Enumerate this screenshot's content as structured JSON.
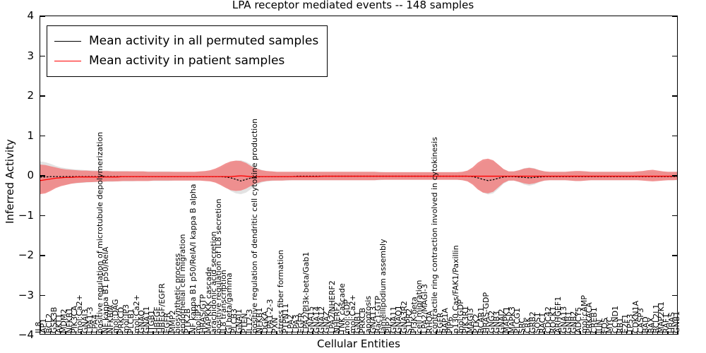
{
  "chart_data": {
    "type": "line",
    "title": "LPA receptor mediated events -- 148 samples",
    "xlabel": "Cellular Entities",
    "ylabel": "Inferred Activity",
    "ylim": [
      -4,
      4
    ],
    "yticks": [
      -4,
      -3,
      -2,
      -1,
      0,
      1,
      2,
      3,
      4
    ],
    "grid": false,
    "legend_position": "upper-left",
    "series": [
      {
        "name": "Mean activity in all permuted samples",
        "color": "#000000",
        "style": "dotted",
        "band_color": "#cccccc",
        "values": [
          -0.03,
          -0.03,
          -0.02,
          -0.02,
          -0.02,
          -0.02,
          -0.02,
          -0.02,
          -0.02,
          -0.02,
          -0.02,
          -0.02,
          -0.02,
          -0.02,
          -0.02,
          -0.02,
          -0.02,
          -0.02,
          -0.02,
          -0.02,
          -0.02,
          -0.02,
          -0.02,
          -0.02,
          -0.02,
          -0.02,
          -0.02,
          -0.02,
          -0.02,
          -0.02,
          -0.02,
          -0.02,
          -0.02,
          -0.02,
          -0.02,
          -0.02,
          -0.03,
          -0.05,
          -0.09,
          -0.13,
          -0.09,
          -0.05,
          -0.03,
          -0.02,
          -0.02,
          -0.02,
          -0.02,
          -0.02,
          -0.02,
          -0.02,
          -0.01,
          -0.01,
          -0.01,
          -0.01,
          -0.01,
          -0.01,
          -0.01,
          -0.01,
          -0.01,
          -0.01,
          -0.01,
          -0.01,
          -0.01,
          -0.01,
          -0.01,
          -0.01,
          -0.01,
          -0.01,
          -0.01,
          -0.01,
          -0.01,
          -0.01,
          -0.01,
          -0.01,
          -0.01,
          -0.01,
          -0.01,
          -0.01,
          -0.01,
          -0.01,
          -0.01,
          -0.01,
          -0.01,
          -0.01,
          -0.02,
          -0.05,
          -0.09,
          -0.12,
          -0.1,
          -0.06,
          -0.03,
          -0.02,
          -0.02,
          -0.03,
          -0.04,
          -0.05,
          -0.04,
          -0.03,
          -0.02,
          -0.02,
          -0.02,
          -0.02,
          -0.02,
          -0.02,
          -0.02,
          -0.02,
          -0.02,
          -0.02,
          -0.02,
          -0.02,
          -0.02,
          -0.02,
          -0.02,
          -0.02,
          -0.02,
          -0.02,
          -0.02,
          -0.02,
          -0.02,
          -0.02,
          -0.02,
          -0.02,
          -0.02,
          -0.02,
          -0.02
        ],
        "band_lower": [
          -0.42,
          -0.4,
          -0.34,
          -0.28,
          -0.24,
          -0.22,
          -0.2,
          -0.19,
          -0.18,
          -0.17,
          -0.16,
          -0.16,
          -0.15,
          -0.15,
          -0.15,
          -0.14,
          -0.14,
          -0.14,
          -0.14,
          -0.13,
          -0.13,
          -0.13,
          -0.13,
          -0.13,
          -0.13,
          -0.13,
          -0.12,
          -0.12,
          -0.12,
          -0.12,
          -0.12,
          -0.12,
          -0.12,
          -0.13,
          -0.15,
          -0.2,
          -0.28,
          -0.38,
          -0.44,
          -0.46,
          -0.42,
          -0.33,
          -0.24,
          -0.17,
          -0.14,
          -0.13,
          -0.12,
          -0.12,
          -0.12,
          -0.11,
          -0.11,
          -0.11,
          -0.11,
          -0.11,
          -0.11,
          -0.11,
          -0.11,
          -0.11,
          -0.11,
          -0.11,
          -0.11,
          -0.11,
          -0.11,
          -0.11,
          -0.11,
          -0.11,
          -0.11,
          -0.1,
          -0.1,
          -0.1,
          -0.1,
          -0.1,
          -0.1,
          -0.1,
          -0.1,
          -0.1,
          -0.1,
          -0.1,
          -0.1,
          -0.1,
          -0.1,
          -0.1,
          -0.11,
          -0.13,
          -0.18,
          -0.3,
          -0.42,
          -0.47,
          -0.44,
          -0.33,
          -0.2,
          -0.13,
          -0.12,
          -0.16,
          -0.22,
          -0.25,
          -0.22,
          -0.16,
          -0.12,
          -0.11,
          -0.11,
          -0.11,
          -0.11,
          -0.12,
          -0.13,
          -0.13,
          -0.12,
          -0.11,
          -0.11,
          -0.11,
          -0.11,
          -0.11,
          -0.11,
          -0.11,
          -0.11,
          -0.11,
          -0.11,
          -0.11,
          -0.11,
          -0.11,
          -0.11,
          -0.11,
          -0.11,
          -0.11,
          -0.11
        ],
        "band_upper": [
          0.36,
          0.34,
          0.3,
          0.25,
          0.21,
          0.19,
          0.17,
          0.16,
          0.15,
          0.14,
          0.14,
          0.13,
          0.13,
          0.13,
          0.12,
          0.12,
          0.12,
          0.12,
          0.11,
          0.11,
          0.11,
          0.11,
          0.11,
          0.11,
          0.11,
          0.11,
          0.1,
          0.1,
          0.1,
          0.1,
          0.1,
          0.1,
          0.11,
          0.12,
          0.14,
          0.19,
          0.26,
          0.33,
          0.38,
          0.39,
          0.35,
          0.28,
          0.2,
          0.15,
          0.12,
          0.11,
          0.1,
          0.1,
          0.1,
          0.1,
          0.1,
          0.1,
          0.1,
          0.1,
          0.1,
          0.1,
          0.1,
          0.1,
          0.1,
          0.1,
          0.1,
          0.1,
          0.1,
          0.1,
          0.1,
          0.1,
          0.1,
          0.09,
          0.09,
          0.09,
          0.09,
          0.09,
          0.09,
          0.09,
          0.09,
          0.09,
          0.09,
          0.09,
          0.09,
          0.09,
          0.09,
          0.09,
          0.1,
          0.12,
          0.16,
          0.26,
          0.36,
          0.4,
          0.37,
          0.28,
          0.17,
          0.11,
          0.11,
          0.14,
          0.19,
          0.21,
          0.19,
          0.14,
          0.11,
          0.1,
          0.1,
          0.1,
          0.1,
          0.11,
          0.11,
          0.11,
          0.11,
          0.1,
          0.1,
          0.1,
          0.1,
          0.1,
          0.1,
          0.1,
          0.1,
          0.1,
          0.1,
          0.1,
          0.1,
          0.1,
          0.1,
          0.1,
          0.1,
          0.1,
          0.1
        ]
      },
      {
        "name": "Mean activity in patient samples",
        "color": "#ff0000",
        "style": "solid",
        "band_color": "#f08080",
        "values": [
          -0.12,
          -0.1,
          -0.08,
          -0.06,
          -0.05,
          -0.04,
          -0.04,
          -0.03,
          -0.03,
          -0.03,
          -0.03,
          -0.03,
          -0.03,
          -0.03,
          -0.03,
          -0.03,
          -0.02,
          -0.02,
          -0.02,
          -0.02,
          -0.02,
          -0.02,
          -0.02,
          -0.02,
          -0.02,
          -0.02,
          -0.02,
          -0.02,
          -0.02,
          -0.02,
          -0.02,
          -0.02,
          -0.02,
          -0.02,
          -0.02,
          -0.02,
          -0.02,
          -0.02,
          -0.01,
          0.0,
          -0.01,
          -0.02,
          -0.02,
          -0.02,
          -0.02,
          -0.02,
          -0.02,
          -0.02,
          -0.02,
          -0.02,
          -0.02,
          -0.02,
          -0.02,
          -0.02,
          -0.02,
          -0.01,
          -0.01,
          -0.01,
          -0.01,
          -0.01,
          -0.01,
          -0.01,
          -0.01,
          -0.01,
          -0.01,
          -0.01,
          -0.01,
          -0.01,
          -0.01,
          -0.01,
          -0.01,
          -0.01,
          -0.01,
          -0.01,
          -0.01,
          -0.01,
          -0.01,
          -0.01,
          -0.01,
          -0.01,
          -0.01,
          -0.01,
          -0.01,
          -0.01,
          -0.01,
          -0.01,
          -0.01,
          -0.01,
          -0.01,
          -0.01,
          -0.01,
          -0.01,
          -0.01,
          -0.01,
          -0.01,
          -0.01,
          -0.01,
          -0.01,
          -0.01,
          -0.01,
          -0.01,
          -0.01,
          -0.01,
          -0.01,
          -0.01,
          -0.01,
          -0.01,
          -0.01,
          -0.01,
          -0.01,
          -0.01,
          -0.01,
          -0.01,
          -0.01,
          -0.01,
          -0.01,
          -0.01,
          -0.01,
          -0.01,
          -0.01,
          -0.01,
          -0.01,
          -0.01,
          -0.01,
          -0.01
        ],
        "band_lower": [
          -0.46,
          -0.44,
          -0.38,
          -0.31,
          -0.26,
          -0.23,
          -0.2,
          -0.18,
          -0.17,
          -0.16,
          -0.16,
          -0.15,
          -0.15,
          -0.14,
          -0.14,
          -0.14,
          -0.13,
          -0.13,
          -0.13,
          -0.13,
          -0.13,
          -0.13,
          -0.12,
          -0.12,
          -0.12,
          -0.12,
          -0.12,
          -0.12,
          -0.12,
          -0.12,
          -0.12,
          -0.12,
          -0.13,
          -0.14,
          -0.17,
          -0.23,
          -0.3,
          -0.36,
          -0.38,
          -0.37,
          -0.32,
          -0.25,
          -0.19,
          -0.15,
          -0.13,
          -0.12,
          -0.12,
          -0.12,
          -0.11,
          -0.11,
          -0.11,
          -0.11,
          -0.11,
          -0.11,
          -0.11,
          -0.11,
          -0.11,
          -0.11,
          -0.11,
          -0.11,
          -0.11,
          -0.11,
          -0.11,
          -0.11,
          -0.11,
          -0.11,
          -0.1,
          -0.1,
          -0.1,
          -0.1,
          -0.1,
          -0.1,
          -0.1,
          -0.1,
          -0.1,
          -0.1,
          -0.1,
          -0.1,
          -0.1,
          -0.1,
          -0.1,
          -0.1,
          -0.11,
          -0.14,
          -0.22,
          -0.34,
          -0.42,
          -0.44,
          -0.4,
          -0.29,
          -0.18,
          -0.12,
          -0.12,
          -0.15,
          -0.19,
          -0.21,
          -0.19,
          -0.15,
          -0.12,
          -0.11,
          -0.11,
          -0.11,
          -0.11,
          -0.12,
          -0.13,
          -0.13,
          -0.12,
          -0.11,
          -0.11,
          -0.11,
          -0.11,
          -0.11,
          -0.11,
          -0.11,
          -0.11,
          -0.11,
          -0.11,
          -0.12,
          -0.13,
          -0.14,
          -0.13,
          -0.12,
          -0.11,
          -0.11,
          -0.1
        ],
        "band_upper": [
          0.28,
          0.27,
          0.24,
          0.21,
          0.18,
          0.16,
          0.15,
          0.14,
          0.13,
          0.13,
          0.12,
          0.12,
          0.12,
          0.12,
          0.11,
          0.11,
          0.11,
          0.11,
          0.11,
          0.11,
          0.11,
          0.1,
          0.1,
          0.1,
          0.1,
          0.1,
          0.1,
          0.1,
          0.1,
          0.1,
          0.1,
          0.11,
          0.12,
          0.14,
          0.18,
          0.24,
          0.31,
          0.36,
          0.38,
          0.37,
          0.32,
          0.24,
          0.18,
          0.14,
          0.12,
          0.11,
          0.1,
          0.1,
          0.1,
          0.1,
          0.1,
          0.1,
          0.1,
          0.1,
          0.1,
          0.1,
          0.1,
          0.1,
          0.1,
          0.1,
          0.1,
          0.1,
          0.1,
          0.1,
          0.1,
          0.1,
          0.09,
          0.09,
          0.09,
          0.09,
          0.09,
          0.09,
          0.09,
          0.09,
          0.09,
          0.09,
          0.09,
          0.09,
          0.09,
          0.09,
          0.09,
          0.09,
          0.1,
          0.13,
          0.21,
          0.33,
          0.41,
          0.43,
          0.39,
          0.28,
          0.17,
          0.11,
          0.11,
          0.14,
          0.18,
          0.2,
          0.18,
          0.14,
          0.11,
          0.1,
          0.1,
          0.1,
          0.1,
          0.11,
          0.12,
          0.12,
          0.11,
          0.1,
          0.1,
          0.1,
          0.1,
          0.1,
          0.1,
          0.1,
          0.1,
          0.1,
          0.11,
          0.12,
          0.14,
          0.15,
          0.13,
          0.11,
          0.1,
          0.1,
          0.1
        ]
      }
    ],
    "categories": [
      "IL8",
      "AP1",
      "BCL2",
      "GSK3B",
      "AKT1",
      "MDM2",
      "NFKB1",
      "PIK3CA",
      "mol:Ca2+",
      "GNAI3",
      "LPA1-3",
      "LPA4",
      "positive regulation of microtubule depolymerization",
      "NF kappa B1 p50/RelA",
      "NFKBIA",
      "mol:DAG",
      "PRKCD",
      "mol:IP3",
      "PLCB1",
      "mol:Ca2+",
      "GNAQ",
      "GNA11",
      "ITGB1",
      "HBEGF",
      "HBEGF/EGFR",
      "EGFR",
      "MMP2",
      "biosynthetic process",
      "endothelial cell migration",
      "PTK2B",
      "NF kappa B1 p50/RelA/I kappa B alpha",
      "mol:IP3",
      "HRAS/GTP",
      "MAPKKK cascade",
      "arachidonic acid secretion",
      "positive regulation of IL8 secretion",
      "IL8 transcription",
      "GI beta/gamma",
      "PLCB3",
      "GNAI1",
      "PTEN",
      "IL12-3",
      "positive regulation of dendritic cell cytokine production",
      "NFKB1",
      "DGKA",
      "LPA1-2-3",
      "PXN",
      "stress fiber formation",
      "PTPN11",
      "LPA2",
      "LPA3",
      "EGFR",
      "LPA2/PI3k-beta/Gab1",
      "GNA15",
      "GNA14",
      "GNA12",
      "GNAZ",
      "LPA2/NHERF2",
      "NHERF2",
      "TNK cascade",
      "mol:GDP",
      "mol:Ca2+",
      "GNB1",
      "PRKCB",
      "apoptosis",
      "GNA13",
      "Rac1-GTP",
      "lamellipodium assembly",
      "PIP2",
      "GNA11",
      "GNAQ1",
      "GNA3R2",
      "S1PR2",
      "PI3K-beta",
      "cell migration",
      "LPA2/MAGI-3",
      "RHOA",
      "contractile ring contraction involved in cytokinesis",
      "EGFR",
      "RAP1A",
      "PIP6",
      "p130 Cas/FAK1/Paxillin",
      "mol:GDP",
      "PIK3R1",
      "MAGI3",
      "PTK2",
      "BCAR1",
      "HRAS-GDP",
      "GNG2",
      "GNB3",
      "GNAI2",
      "MAPK1",
      "MAPK3",
      "PLCG1",
      "SRC",
      "CRK",
      "GRB2",
      "SOS1",
      "RAC1",
      "CDC42",
      "ROCK1",
      "ARHGEF1",
      "GNA13",
      "GNB1",
      "GNB2",
      "ADCY5",
      "mol:cAMP",
      "PRKACA",
      "CREB1",
      "JUN",
      "FOS",
      "MYC",
      "CCND1",
      "RB1",
      "E2F1",
      "TP53",
      "CDKN1A",
      "CASP3",
      "BAD",
      "BAX",
      "BCL2L1",
      "MAP2K1",
      "RAF1",
      "HRAS",
      "GNB1"
    ]
  },
  "legend": {
    "entries": [
      {
        "label": "Mean activity in all permuted samples",
        "color": "#000000"
      },
      {
        "label": "Mean activity in patient samples",
        "color": "#ff0000"
      }
    ]
  }
}
